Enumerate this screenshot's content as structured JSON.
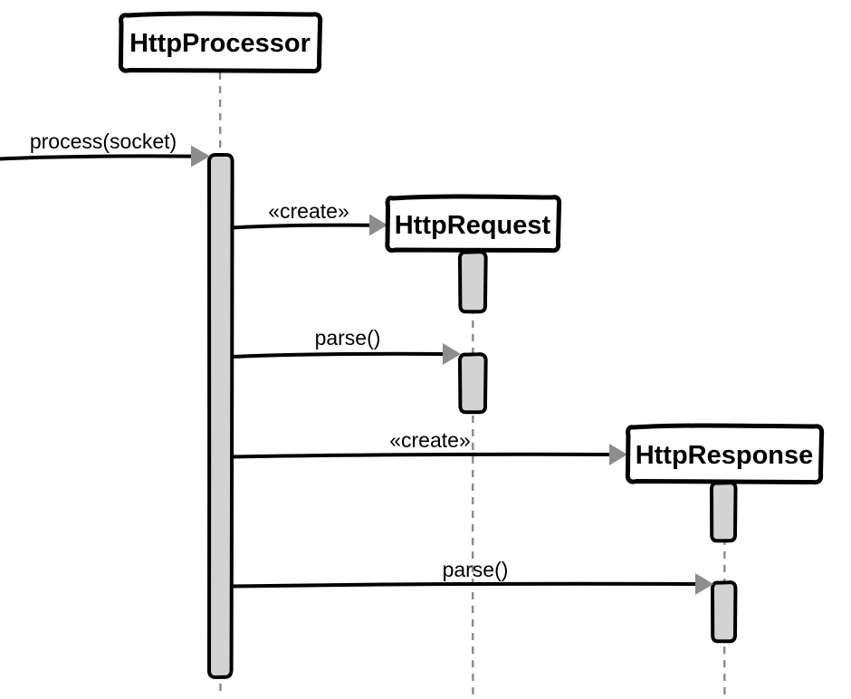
{
  "diagram": {
    "type": "uml-sequence-diagram",
    "participants": [
      {
        "name": "HttpProcessor"
      },
      {
        "name": "HttpRequest"
      },
      {
        "name": "HttpResponse"
      }
    ],
    "messages": [
      {
        "label": "process(socket)",
        "from": "external",
        "to": "HttpProcessor"
      },
      {
        "label": "«create»",
        "from": "HttpProcessor",
        "to": "HttpRequest"
      },
      {
        "label": "parse()",
        "from": "HttpProcessor",
        "to": "HttpRequest"
      },
      {
        "label": "«create»",
        "from": "HttpProcessor",
        "to": "HttpResponse"
      },
      {
        "label": "parse()",
        "from": "HttpProcessor",
        "to": "HttpResponse"
      }
    ],
    "colors": {
      "stroke": "#000000",
      "box_fill": "#ffffff",
      "activation_fill": "#d3d3d3",
      "arrowhead_fill": "#8d8d8d",
      "lifeline_stroke": "#8a8a8a",
      "background": "#ffffff",
      "text_color": "#000000"
    }
  }
}
